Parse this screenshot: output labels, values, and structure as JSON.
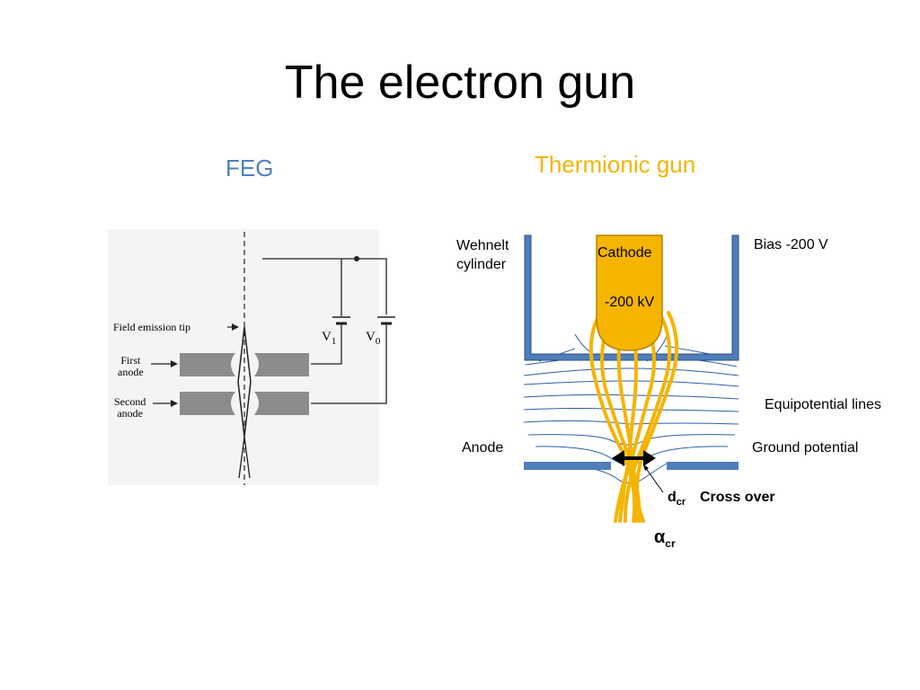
{
  "slide": {
    "title": "The electron gun",
    "left_heading": "FEG",
    "right_heading": "Thermionic gun",
    "colors": {
      "feg": "#4f81bd",
      "thermionic": "#f5b400",
      "electrode": "#4f7ebb",
      "beam": "#f5b400",
      "equipotential": "#2e5fa8"
    }
  },
  "feg": {
    "tip_label": "Field emission tip",
    "first_anode": [
      "First",
      "anode"
    ],
    "second_anode": [
      "Second",
      "anode"
    ],
    "v1": "V",
    "v1_sub": "1",
    "v0": "V",
    "v0_sub": "0"
  },
  "thermionic": {
    "wehnelt": [
      "Wehnelt",
      "cylinder"
    ],
    "cathode": "Cathode",
    "cathode_voltage": "-200 kV",
    "bias": "Bias -200 V",
    "equipotential": "Equipotential lines",
    "anode": "Anode",
    "ground": "Ground potential",
    "d": "d",
    "d_sub": "cr",
    "cross_over": "Cross over",
    "alpha": "α",
    "alpha_sub": "cr"
  }
}
